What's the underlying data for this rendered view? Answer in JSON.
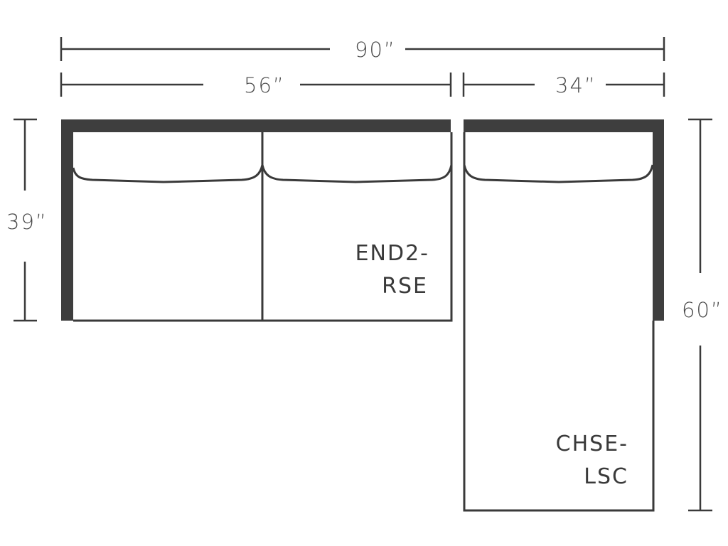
{
  "diagram": {
    "type": "sectional-sofa-dimension-drawing",
    "colors": {
      "line": "#3a3a3a",
      "back_fill": "#3e3e3e",
      "text": "#4a4a4a",
      "background": "#ffffff"
    },
    "dimensions": {
      "overall_width": "90”",
      "left_piece_width": "56”",
      "right_piece_width": "34”",
      "left_piece_depth": "39”",
      "right_piece_depth": "60”"
    },
    "pieces": [
      {
        "code_line1": "END2-",
        "code_line2": "RSE",
        "seats": 2
      },
      {
        "code_line1": "CHSE-",
        "code_line2": "LSC",
        "seats": 1
      }
    ]
  }
}
